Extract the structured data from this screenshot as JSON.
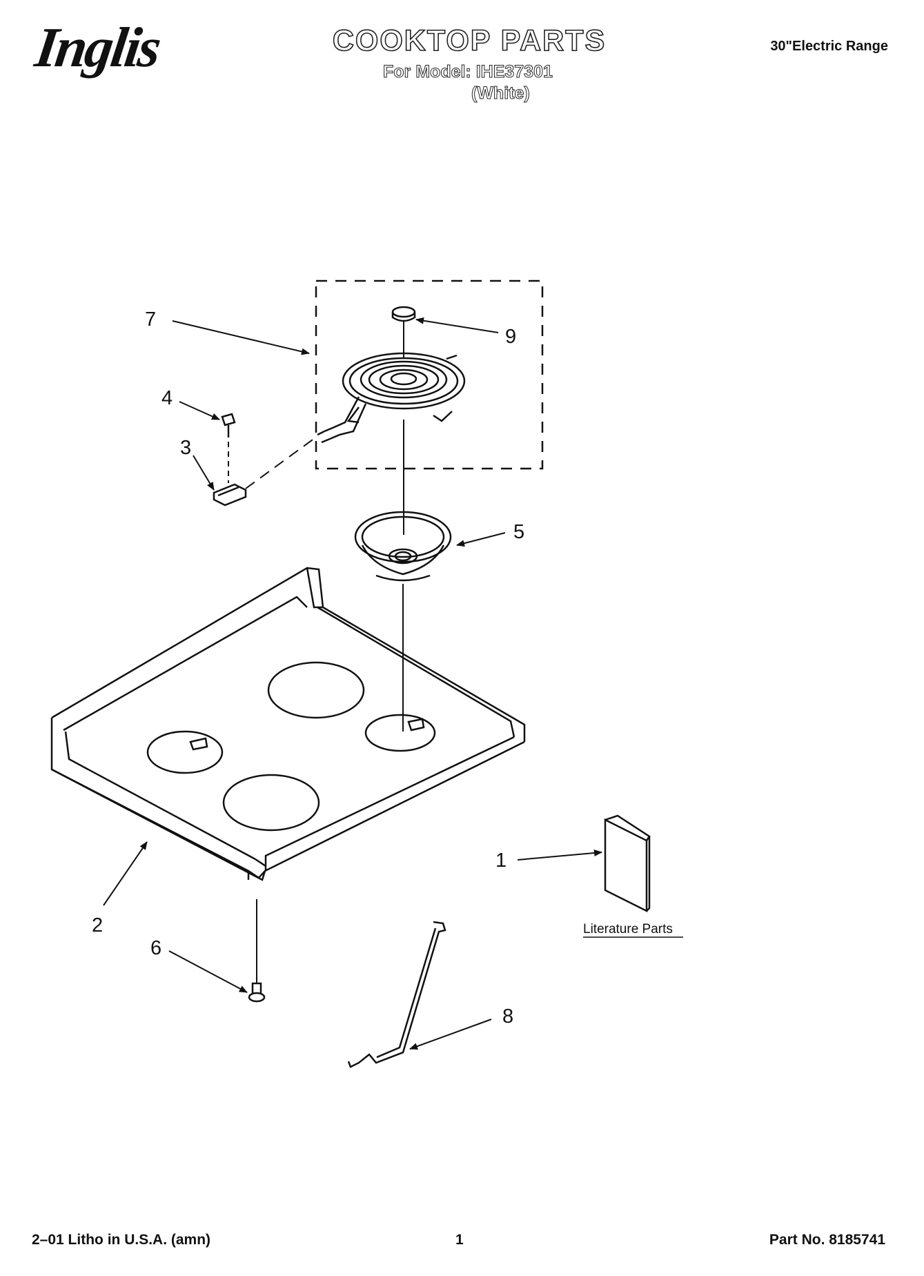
{
  "header": {
    "brand": "Inglis",
    "title": "COOKTOP PARTS",
    "model_line": "For Model: IHE37301",
    "variant": "(White)",
    "product_type": "30\"Electric Range"
  },
  "callouts": [
    "1",
    "2",
    "3",
    "4",
    "5",
    "6",
    "7",
    "8",
    "9"
  ],
  "literature_label": "Literature Parts",
  "footer": {
    "print_info": "2–01 Litho in U.S.A. (amn)",
    "page_number": "1",
    "part_number": "Part No. 8185741"
  }
}
